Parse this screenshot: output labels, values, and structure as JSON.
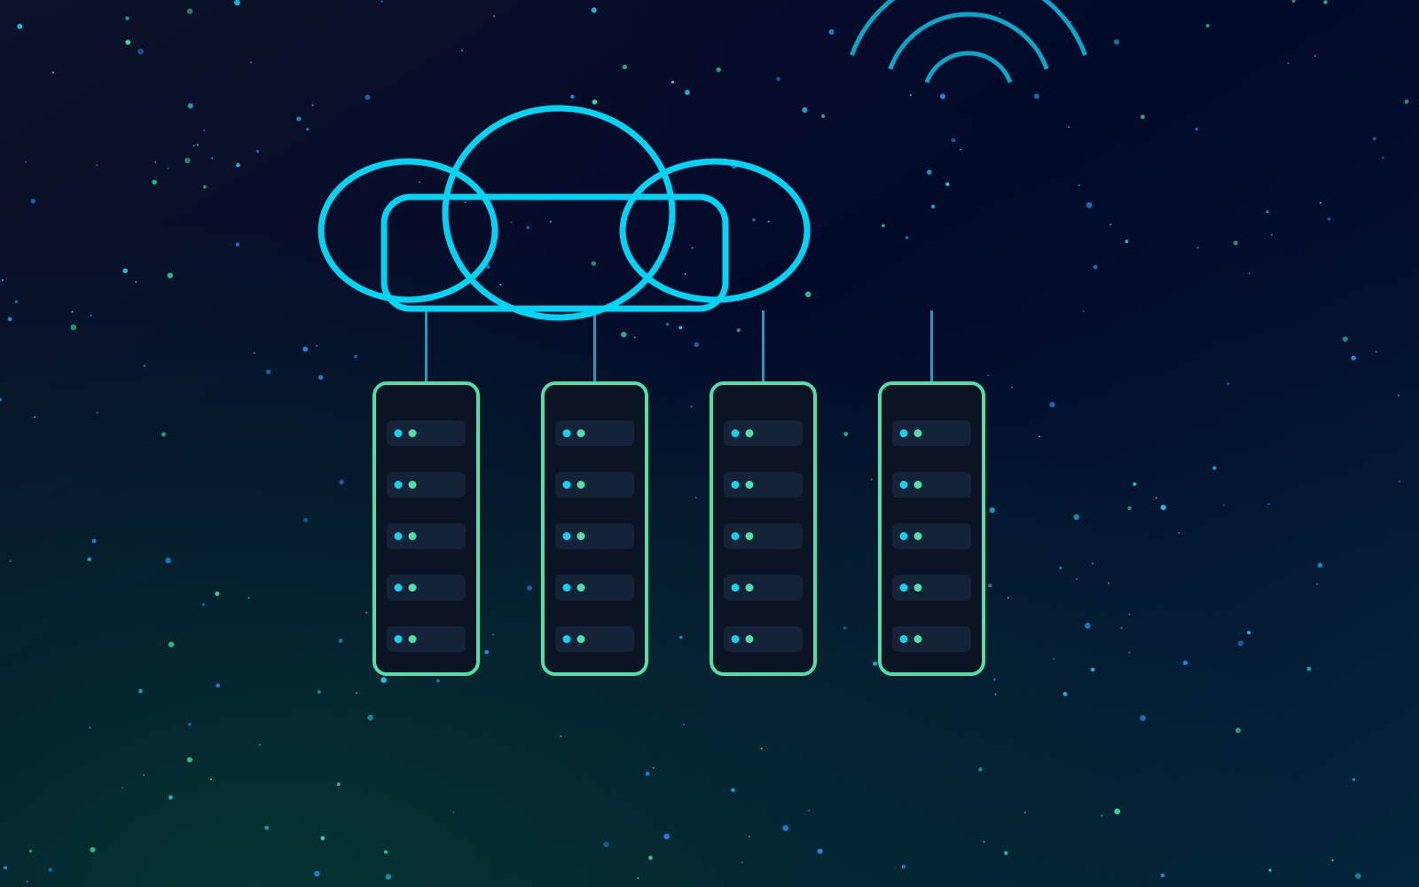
{
  "scene": {
    "colors": {
      "bg_top_left": "#0c1228",
      "bg_top_right": "#020a2a",
      "bg_bottom_left": "#063a32",
      "bg_bottom_right": "#04263a",
      "cloud": "#00d4f5",
      "connector": "#0aa6c8",
      "server_outline": "#4ee0a6",
      "server_fill": "#0b1422",
      "server_slot": "#142337",
      "led_primary": "#12d2f0",
      "led_secondary": "#4ee0a6",
      "wifi": "#0aa6c8",
      "particle_blue": "#1e88e5",
      "particle_green": "#2ee6a0",
      "particle_cyan": "#22c6e8"
    },
    "icons": {
      "cloud": "cloud-icon",
      "wifi": "wifi-icon",
      "server": "server-rack-icon",
      "led": "status-led-icon"
    },
    "servers": {
      "count": 4,
      "slots_per_server": 5,
      "leds_per_slot": 2
    },
    "wifi": {
      "arcs": 3
    }
  }
}
